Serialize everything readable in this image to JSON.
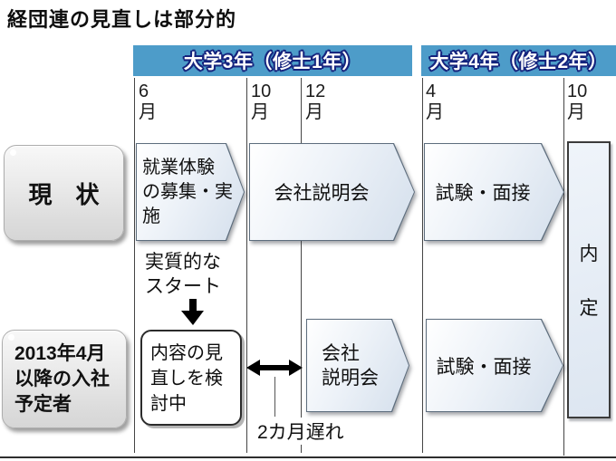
{
  "title": "経団連の見直しは部分的",
  "colors": {
    "header_bg": "#4d9cc9",
    "header_text_outline": "#15247e",
    "arrow_fill_dark": "#d4dfec",
    "arrow_border": "#5d6d7d"
  },
  "headers": [
    {
      "label": "大学3年（修士1年）"
    },
    {
      "label": "大学4年（修士2年）"
    }
  ],
  "months": [
    {
      "num": "6",
      "unit": "月"
    },
    {
      "num": "10",
      "unit": "月"
    },
    {
      "num": "12",
      "unit": "月"
    },
    {
      "num": "4",
      "unit": "月"
    },
    {
      "num": "10",
      "unit": "月"
    }
  ],
  "row_labels": {
    "current": "現　状",
    "planned_line1": "2013年4月",
    "planned_line2": "以降の入社",
    "planned_line3": "予定者"
  },
  "row1": {
    "recruit_line1": "就業体験",
    "recruit_line2": "の募集・実",
    "recruit_line3": "施",
    "seminar": "会社説明会",
    "exam": "試験・面接",
    "naitei_char1": "内",
    "naitei_char2": "定"
  },
  "row2": {
    "start_line1": "実質的な",
    "start_line2": "スタート",
    "review_line1": "内容の見",
    "review_line2": "直しを検",
    "review_line3": "討中",
    "seminar_line1": "会社",
    "seminar_line2": "説明会",
    "exam": "試験・面接",
    "delay": "2カ月遅れ"
  }
}
